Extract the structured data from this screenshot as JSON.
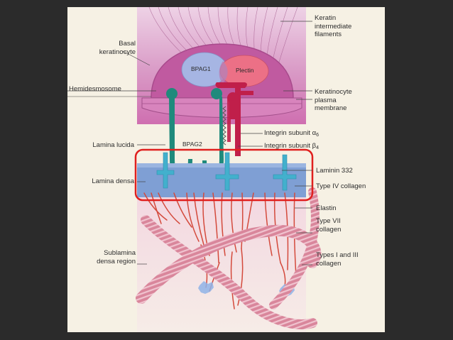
{
  "diagram": {
    "labels_left": {
      "basal_keratinocyte": [
        "Basal",
        "keratinocyte"
      ],
      "hemidesmosome": "Hemidesmosome",
      "lamina_lucida": "Lamina lucida",
      "lamina_densa": "Lamina densa",
      "sublamina_densa": [
        "Sublamina",
        "densa region"
      ]
    },
    "labels_right": {
      "keratin": [
        "Keratin",
        "intermediate",
        "filaments"
      ],
      "plasma_membrane": [
        "Keratinocyte",
        "plasma",
        "membrane"
      ],
      "integrin_a6": {
        "text": "Integrin subunit α",
        "sub": "6"
      },
      "integrin_b4": {
        "text": "Integrin subunit β",
        "sub": "4"
      },
      "laminin": "Laminin 332",
      "collagen_iv": "Type IV collagen",
      "elastin": "Elastin",
      "collagen_vii": [
        "Type VII",
        "collagen"
      ],
      "collagen_i_iii": [
        "Types I and III",
        "collagen"
      ]
    },
    "inline_labels": {
      "bpag1": "BPAG1",
      "plectin": "Plectin",
      "bpag2": "BPAG2"
    },
    "colors": {
      "cell": "#d77fb4",
      "cell_top": "#e6bada",
      "bpag1": "#a6b5e3",
      "plectin": "#ef7285",
      "teal": "#1f8a7c",
      "crimson": "#c01f4a",
      "lamina_densa": "#7f9fd4",
      "laminin": "#43b0cd",
      "highlight": "#e0201e",
      "fiber": "#d9869b",
      "fiber_stripe": "#f0c3cf",
      "anchor_fibril": "#d44a3c"
    }
  }
}
